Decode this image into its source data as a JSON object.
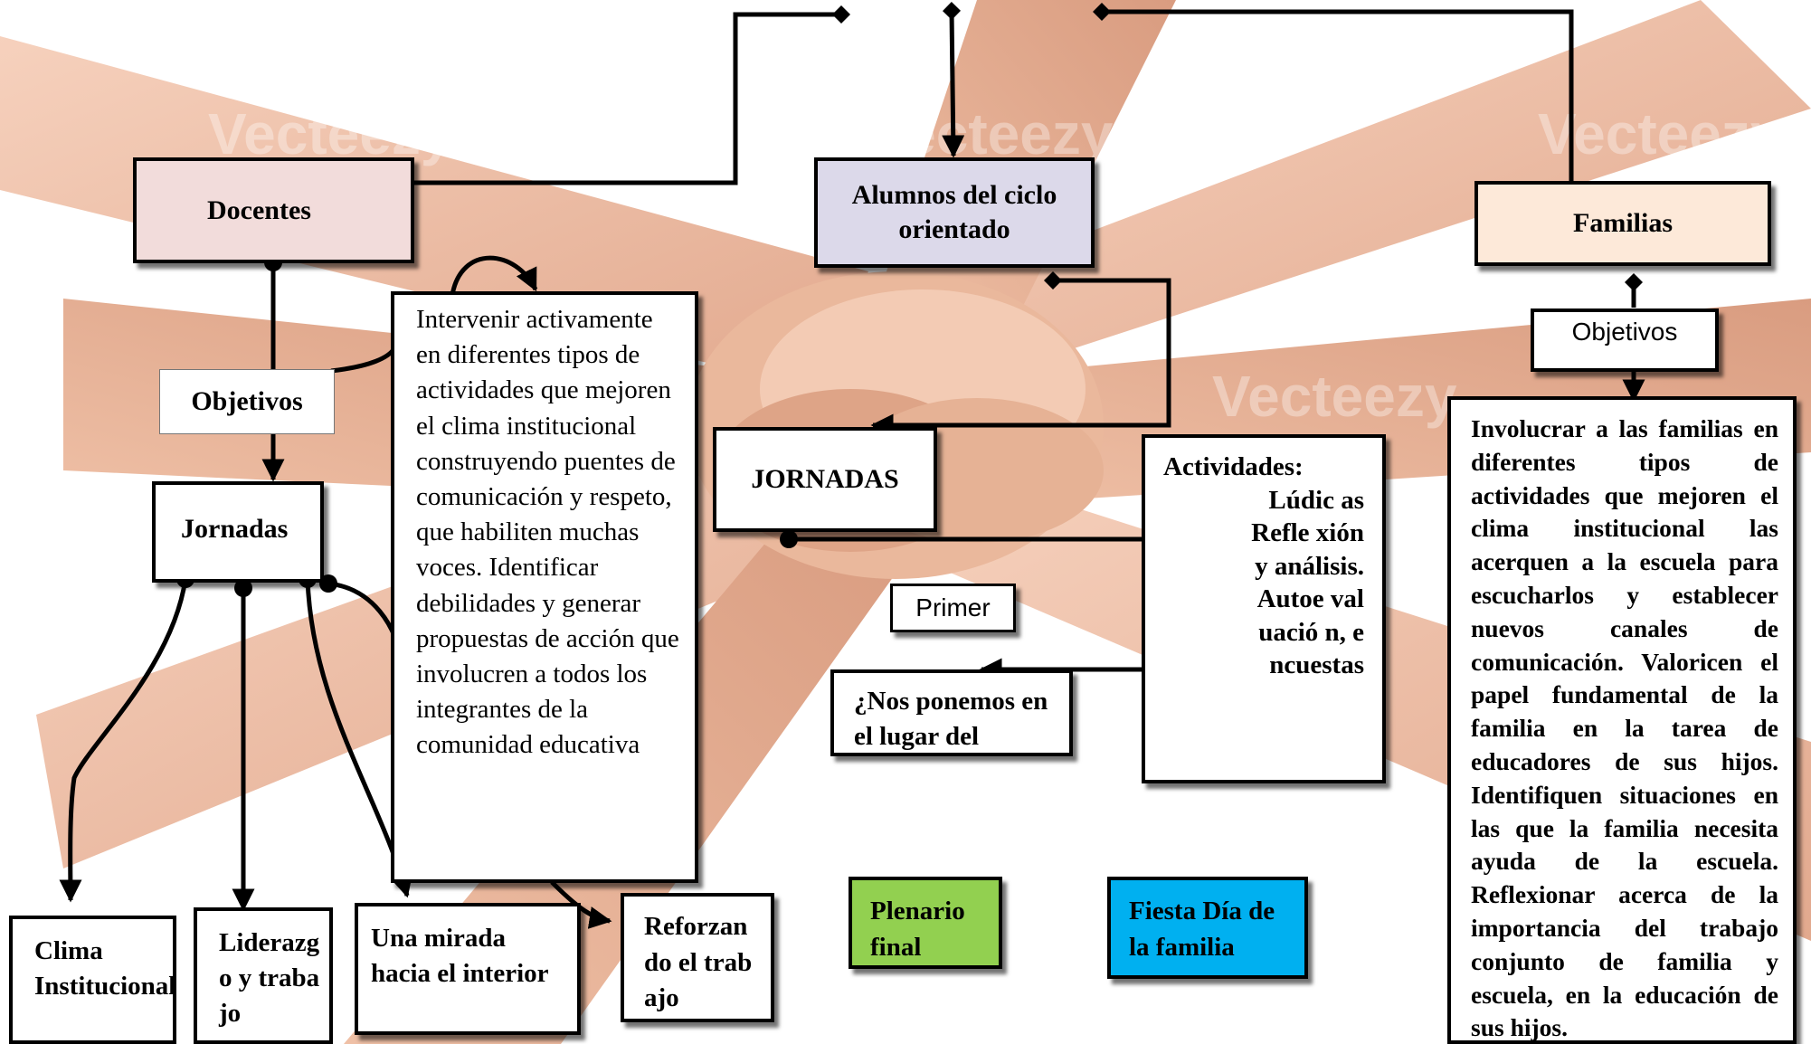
{
  "diagram": {
    "docentes": "Docentes",
    "alumnos": "Alumnos del ciclo orientado",
    "familias": "Familias",
    "docentes_objetivos_label": "Objetivos",
    "docentes_jornadas": "Jornadas",
    "docentes_objectives_text": "Intervenir activamente en diferentes tipos de actividades que mejoren el clima institucional construyendo puentes de comunicación y respeto, que habiliten muchas voces. Identificar debilidades y generar propuestas de acción que involucren a todos los integrantes de la comunidad educativa",
    "jornadas_upper": "JORNADAS",
    "primer": "Primer",
    "nos_ponemos": "¿Nos ponemos en el lugar del",
    "actividades_title": "Actividades:",
    "actividades_items": "Lúdic as Refle xión y análisis. Autoe valuació n, encuestas",
    "familias_objetivos_label": "Objetivos",
    "familias_objectives_text": "Involucrar a las familias en diferentes tipos de actividades que mejoren el clima institucional las acerquen a la escuela para escucharlos y establecer nuevos canales de comunicación. Valoricen el papel fundamental de la familia en la tarea de educadores de sus hijos. Identifiquen situaciones en las que la familia necesita ayuda de la escuela. Reflexionar acerca de la importancia del trabajo conjunto de familia y escuela, en la educación de sus hijos.",
    "clima": "Clima Institucional",
    "liderazgo": "Liderazgo y trabajo",
    "mirada": "Una mirada hacia el interior",
    "reforzando": "Reforzando el trabajo",
    "plenario": "Plenario final",
    "fiesta": "Fiesta Día de la familia",
    "watermark": "Vecteezy"
  },
  "colors": {
    "docentes_fill": "#f2dcdb",
    "alumnos_fill": "#dcd9ea",
    "familias_fill": "#fde9d9",
    "plenario_fill": "#92d050",
    "fiesta_fill": "#00b0f0",
    "line": "#000000"
  }
}
